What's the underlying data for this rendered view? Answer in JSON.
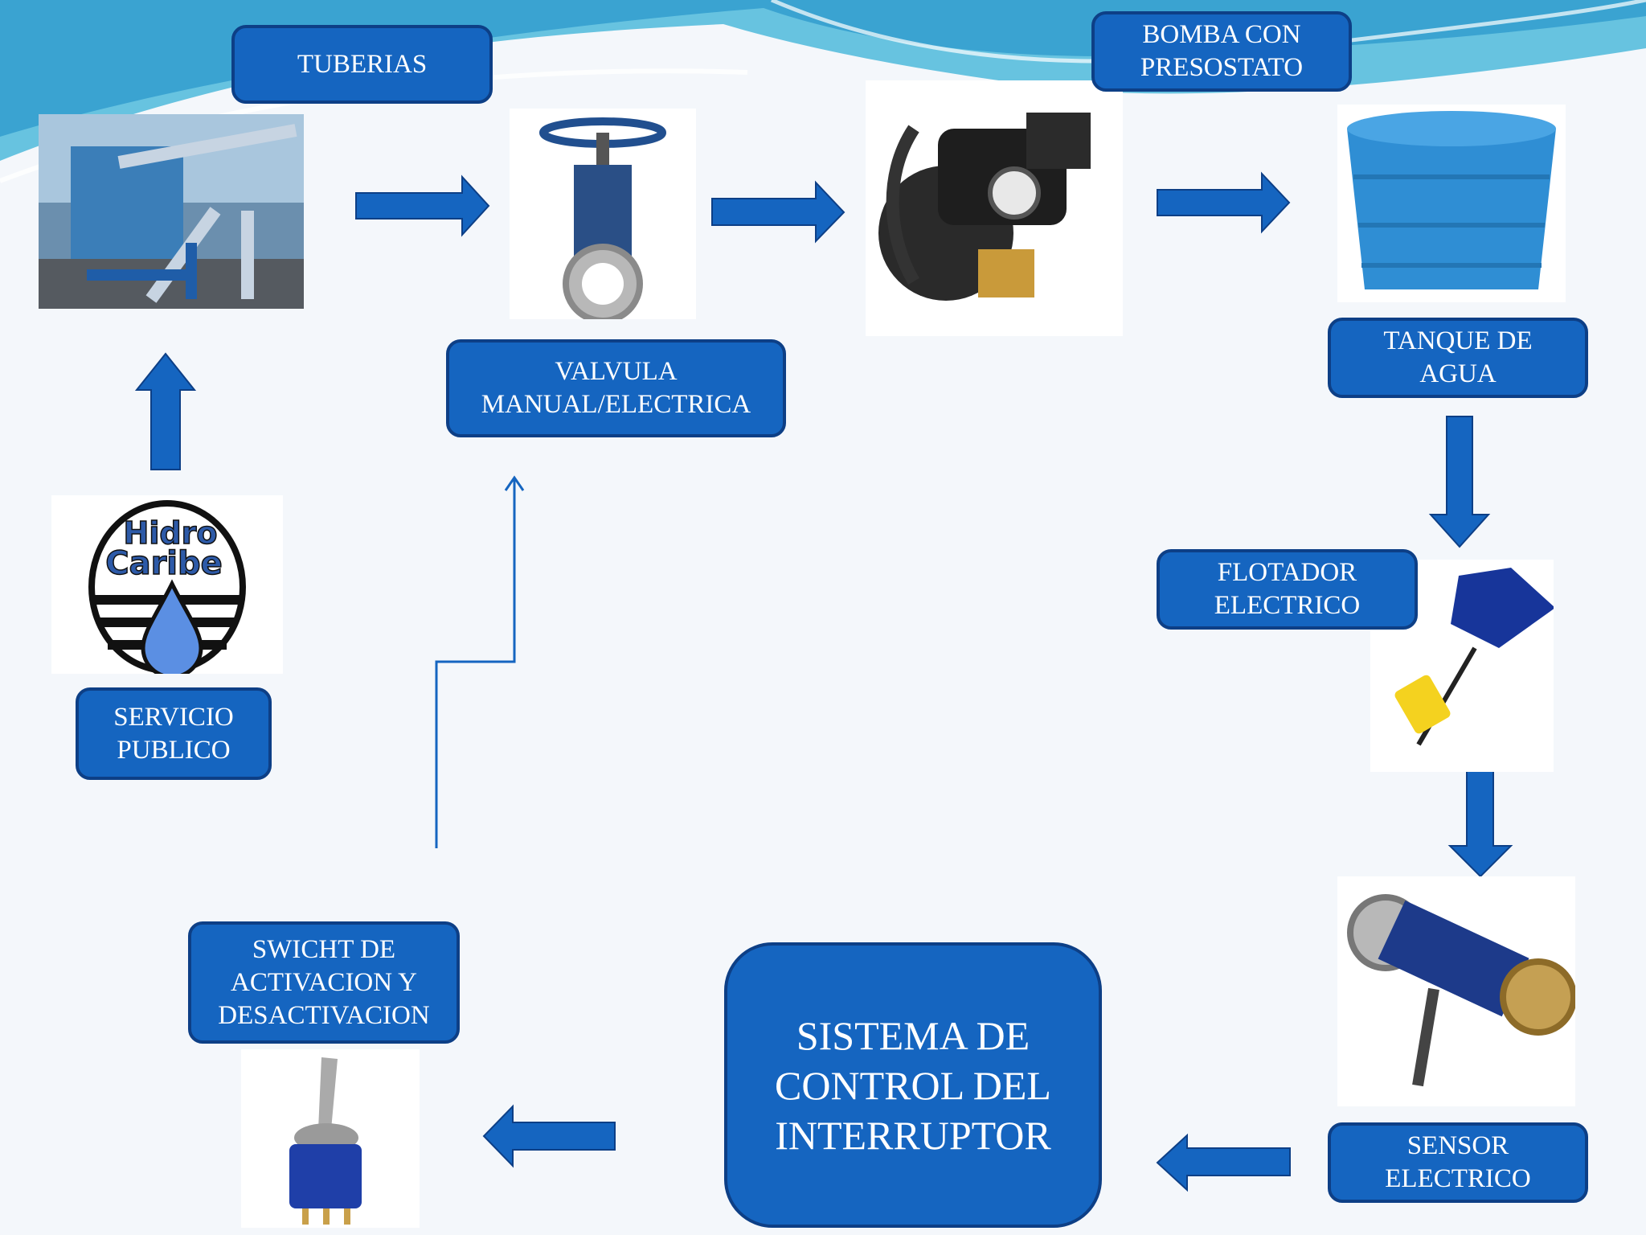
{
  "nodes": {
    "tuberias": "TUBERIAS",
    "bomba": "BOMBA CON\nPRESOSTATO",
    "valvula": "VALVULA\nMANUAL/ELECTRICA",
    "tanque": "TANQUE DE\nAGUA",
    "flotador": "FLOTADOR\nELECTRICO",
    "servicio": "SERVICIO\nPUBLICO",
    "switch": "SWICHT DE\nACTIVACION Y\nDESACTIVACION",
    "sistema": "SISTEMA DE\nCONTROL DEL\nINTERRUPTOR",
    "sensor": "SENSOR\nELECTRICO"
  },
  "logo": {
    "line1": "Hidro",
    "line2": "Caribe"
  },
  "colors": {
    "box_fill": "#1565c0",
    "box_border": "#0d3f86",
    "arrow": "#1565c0"
  },
  "icons": [
    "pipeline-photo",
    "valve-photo",
    "pump-photo",
    "water-tank-photo",
    "float-switch-photo",
    "sensor-photo",
    "toggle-switch-photo",
    "hidro-caribe-logo"
  ]
}
